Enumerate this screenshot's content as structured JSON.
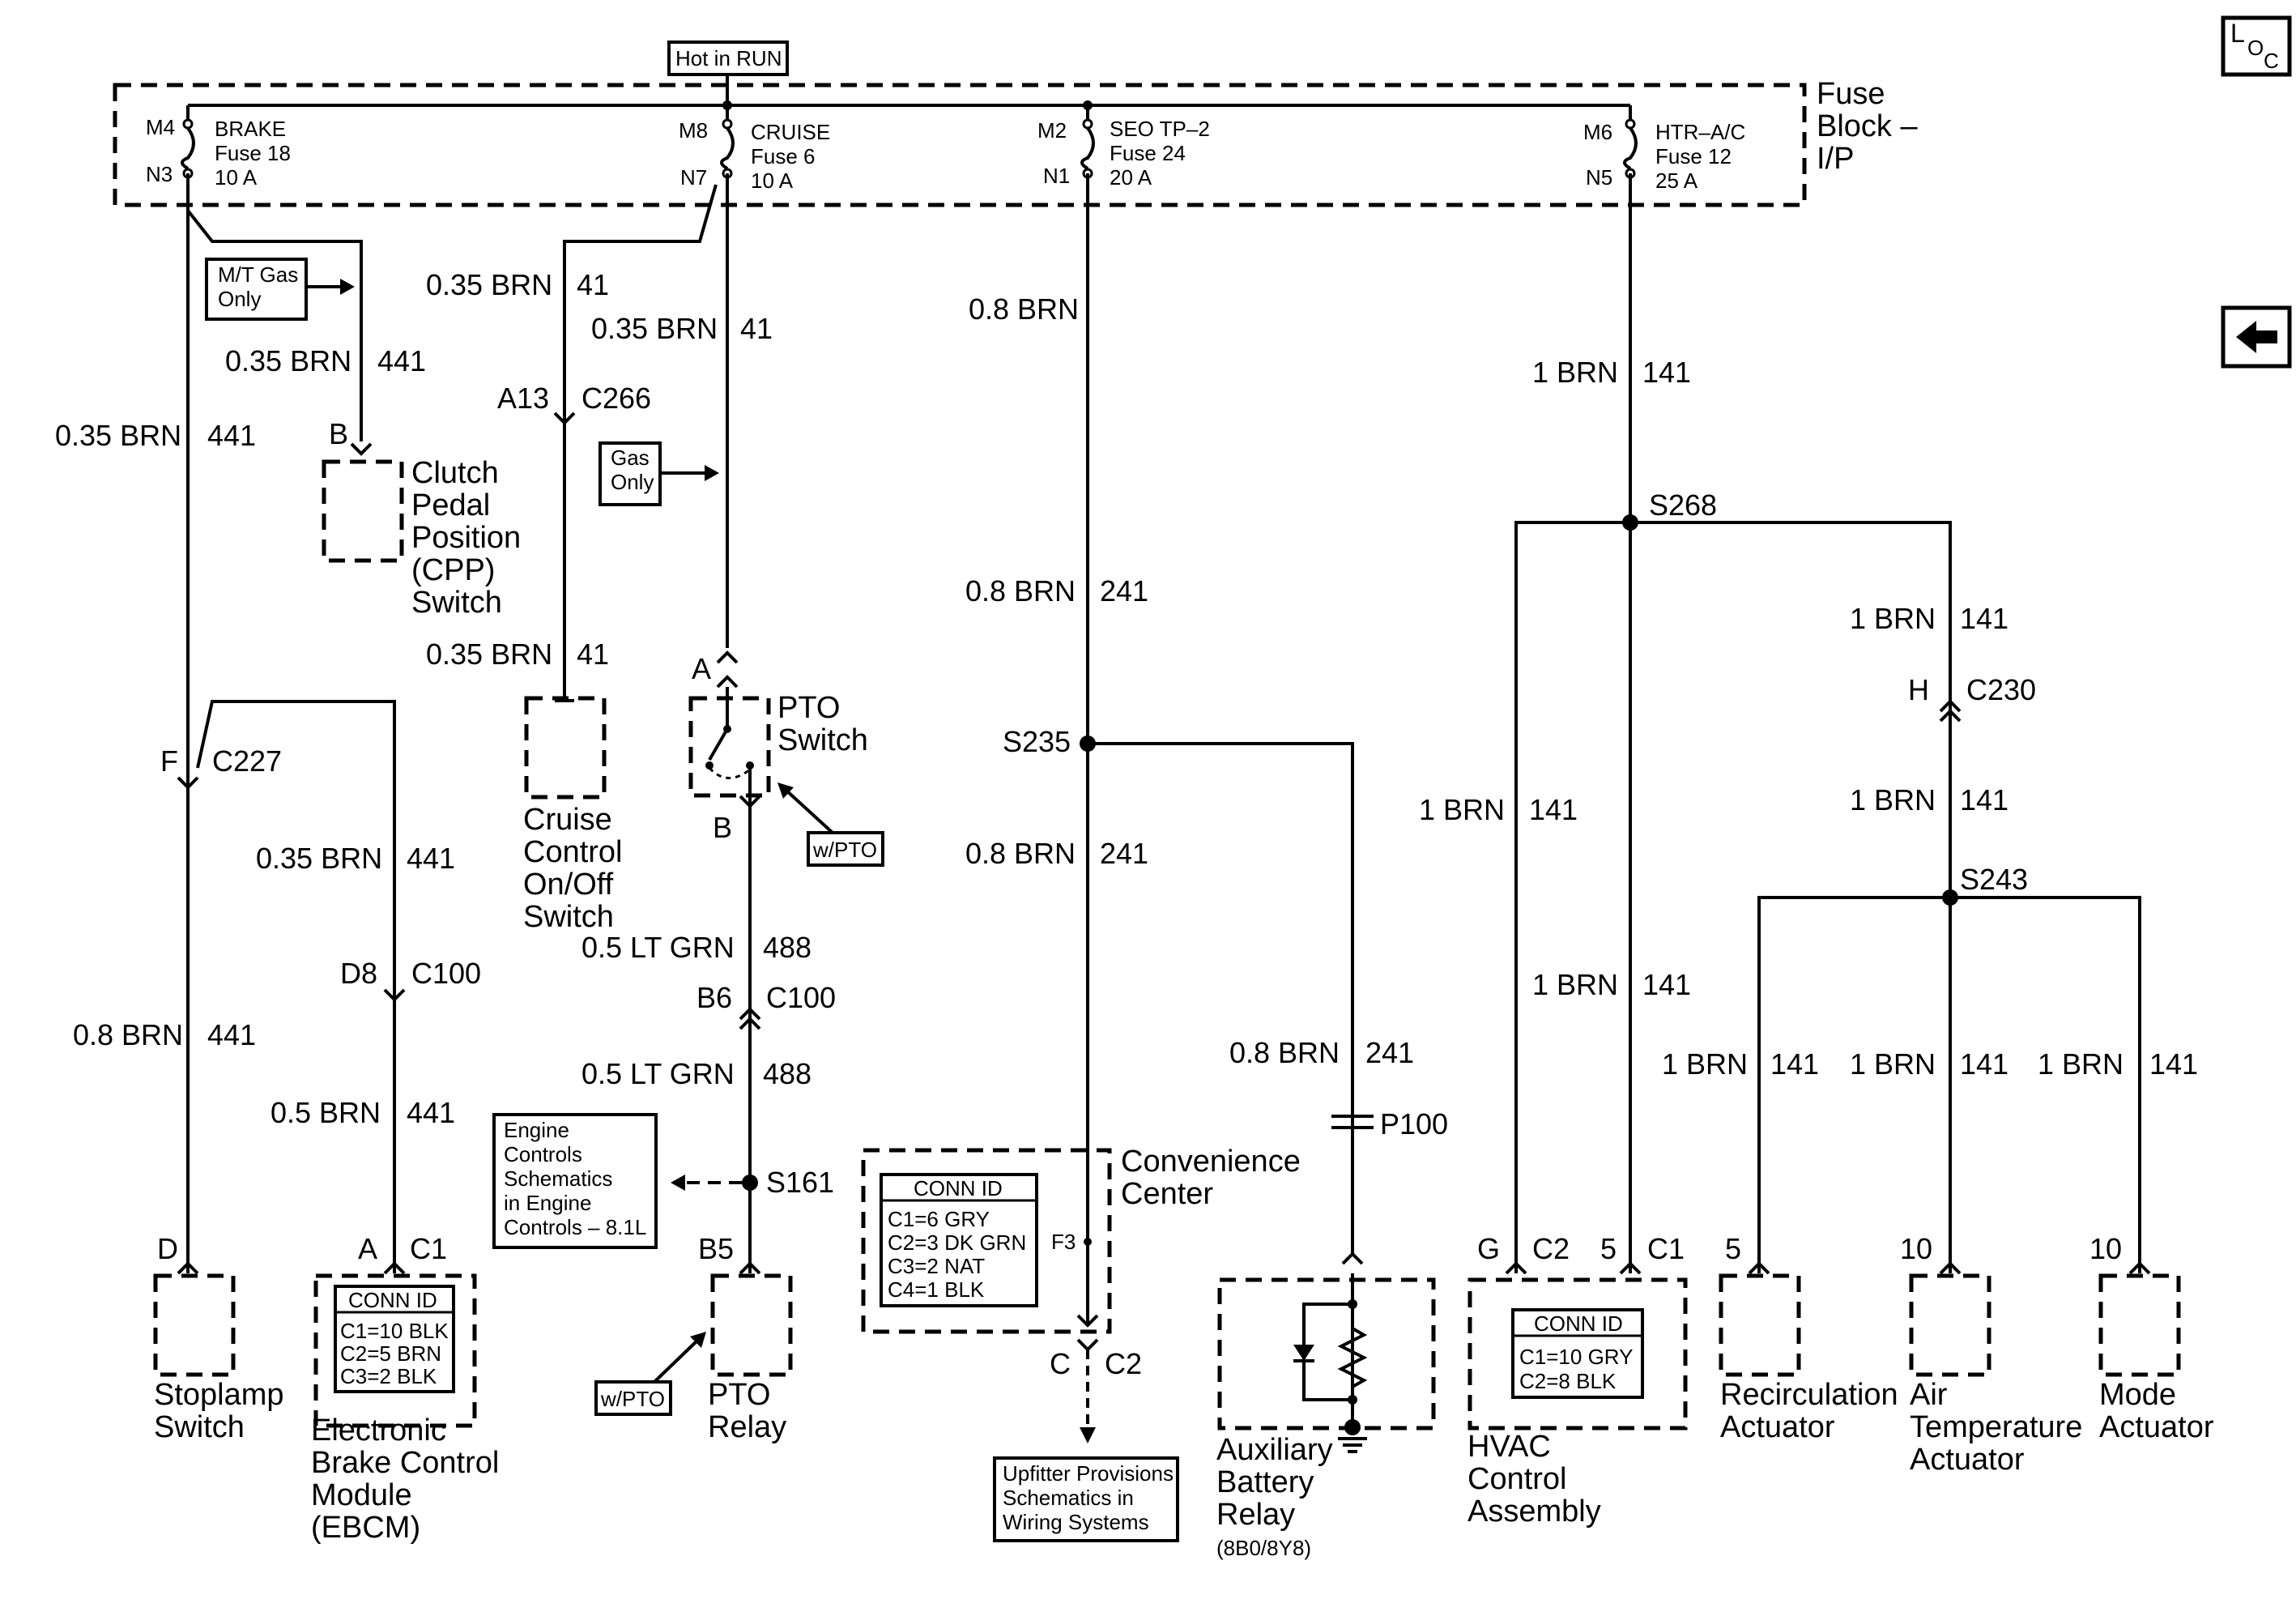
{
  "header": {
    "hot_in_run": "Hot in RUN",
    "fuse_block": [
      "Fuse",
      "Block –",
      "I/P"
    ]
  },
  "nav": {
    "loc_l": "L",
    "loc_o": "O",
    "loc_c": "C",
    "back_glyph": "⬅"
  },
  "fuses": [
    {
      "top_pin": "M4",
      "bottom_pin": "N3",
      "name": "BRAKE",
      "fuse": "Fuse 18",
      "amps": "10 A"
    },
    {
      "top_pin": "M8",
      "bottom_pin": "N7",
      "name": "CRUISE",
      "fuse": "Fuse 6",
      "amps": "10 A"
    },
    {
      "top_pin": "M2",
      "bottom_pin": "N1",
      "name": "SEO TP–2",
      "fuse": "Fuse 24",
      "amps": "20 A"
    },
    {
      "top_pin": "M6",
      "bottom_pin": "N5",
      "name": "HTR–A/C",
      "fuse": "Fuse 12",
      "amps": "25 A"
    }
  ],
  "wires": [
    {
      "gauge": "0.35 BRN",
      "circuit": "41"
    },
    {
      "gauge": "0.35 BRN",
      "circuit": "41"
    },
    {
      "gauge": "0.35 BRN",
      "circuit": "441"
    },
    {
      "gauge": "0.35 BRN",
      "circuit": "441"
    },
    {
      "gauge": "0.35 BRN",
      "circuit": "41"
    },
    {
      "gauge": "0.35 BRN",
      "circuit": "441"
    },
    {
      "gauge": "0.8 BRN",
      "circuit": "441"
    },
    {
      "gauge": "0.5 BRN",
      "circuit": "441"
    },
    {
      "gauge": "0.5 LT GRN",
      "circuit": "488"
    },
    {
      "gauge": "0.5 LT GRN",
      "circuit": "488"
    },
    {
      "gauge": "0.8 BRN",
      "circuit": ""
    },
    {
      "gauge": "0.8 BRN",
      "circuit": "241"
    },
    {
      "gauge": "0.8 BRN",
      "circuit": "241"
    },
    {
      "gauge": "0.8 BRN",
      "circuit": "241"
    },
    {
      "gauge": "1 BRN",
      "circuit": "141"
    },
    {
      "gauge": "1 BRN",
      "circuit": "141"
    },
    {
      "gauge": "1 BRN",
      "circuit": "141"
    },
    {
      "gauge": "1 BRN",
      "circuit": "141"
    },
    {
      "gauge": "1 BRN",
      "circuit": "141"
    },
    {
      "gauge": "1 BRN",
      "circuit": "141"
    },
    {
      "gauge": "1 BRN",
      "circuit": "141"
    },
    {
      "gauge": "1 BRN",
      "circuit": "141"
    }
  ],
  "connectors": [
    {
      "pin": "A13",
      "name": "C266"
    },
    {
      "pin": "F",
      "name": "C227"
    },
    {
      "pin": "D8",
      "name": "C100"
    },
    {
      "pin": "B6",
      "name": "C100"
    },
    {
      "pin": "H",
      "name": "C230"
    },
    {
      "pin": "C",
      "name": "C2"
    },
    {
      "pin": "A",
      "name": "C1"
    },
    {
      "pin": "G",
      "name": "C2"
    },
    {
      "pin": "5",
      "name": "C1"
    }
  ],
  "pins": {
    "clutch": "B",
    "pto_a": "A",
    "pto_b": "B",
    "stoplamp": "D",
    "pto_relay": "B5",
    "recirc": "5",
    "air_temp": "10",
    "mode": "10",
    "conv_f3": "F3"
  },
  "splices": {
    "s268": "S268",
    "s243": "S243",
    "s235": "S235",
    "s161": "S161",
    "p100": "P100"
  },
  "notes": {
    "mt_gas_only": [
      "M/T Gas",
      "Only"
    ],
    "gas_only": [
      "Gas",
      "Only"
    ],
    "w_pto_1": "w/PTO",
    "w_pto_2": "w/PTO",
    "engine_controls": [
      "Engine",
      "Controls",
      "Schematics",
      "in Engine",
      "Controls – 8.1L"
    ],
    "upfitter": [
      "Upfitter Provisions",
      "Schematics in",
      "Wiring Systems"
    ]
  },
  "components": {
    "clutch": [
      "Clutch",
      "Pedal",
      "Position",
      "(CPP)",
      "Switch"
    ],
    "cruise": [
      "Cruise",
      "Control",
      "On/Off",
      "Switch"
    ],
    "pto_switch": [
      "PTO",
      "Switch"
    ],
    "stoplamp": [
      "Stoplamp",
      "Switch"
    ],
    "ebcm": [
      "Electronic",
      "Brake Control",
      "Module",
      "(EBCM)"
    ],
    "pto_relay": [
      "PTO",
      "Relay"
    ],
    "convenience": [
      "Convenience",
      "Center"
    ],
    "aux_relay": [
      "Auxiliary",
      "Battery",
      "Relay"
    ],
    "aux_relay_note": "(8B0/8Y8)",
    "hvac": [
      "HVAC",
      "Control",
      "Assembly"
    ],
    "recirc": [
      "Recirculation",
      "Actuator"
    ],
    "air_temp": [
      "Air",
      "Temperature",
      "Actuator"
    ],
    "mode": [
      "Mode",
      "Actuator"
    ]
  },
  "conn_ids": {
    "ebcm": {
      "title": "CONN ID",
      "rows": [
        "C1=10 BLK",
        "C2=5 BRN",
        "C3=2 BLK"
      ]
    },
    "convenience": {
      "title": "CONN ID",
      "rows": [
        "C1=6 GRY",
        "C2=3 DK GRN",
        "C3=2 NAT",
        "C4=1 BLK"
      ]
    },
    "hvac": {
      "title": "CONN ID",
      "rows": [
        "C1=10 GRY",
        "C2=8 BLK"
      ]
    }
  }
}
